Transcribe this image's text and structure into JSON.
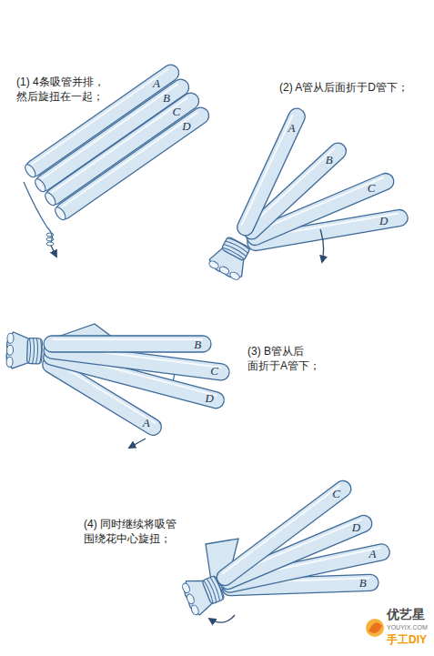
{
  "diagram": {
    "labels": [
      "(1) 4条吸管并排， 然后旋扭在一起；",
      "A",
      "B",
      "C",
      "D",
      "(2) A管从后面折于D管下；",
      "A",
      "B",
      "C",
      "D",
      "(3) B管从后 面折于A管下；",
      "B",
      "C",
      "D",
      "A",
      "(4) 同时继续将吸管 围绕花中心旋扭；",
      "C",
      "D",
      "A",
      "B",
      "优艺星",
      "YOUYIX.COM",
      "手工DIY"
    ]
  }
}
